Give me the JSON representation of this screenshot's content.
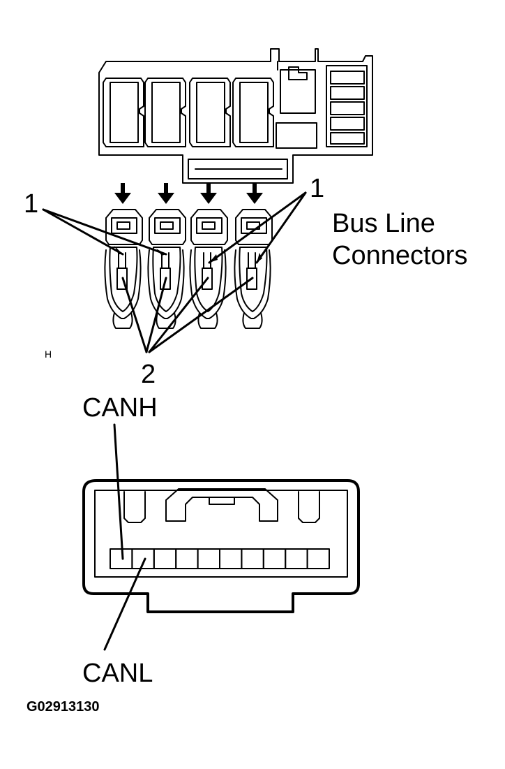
{
  "labels": {
    "bus_line": [
      "Bus Line",
      "Connectors"
    ],
    "callout_1": "1",
    "callout_2": "2",
    "small_mark": "H",
    "canh": "CANH",
    "canl": "CANL",
    "figure_code": "G02913130"
  },
  "connector": {
    "pin_count": 10
  }
}
